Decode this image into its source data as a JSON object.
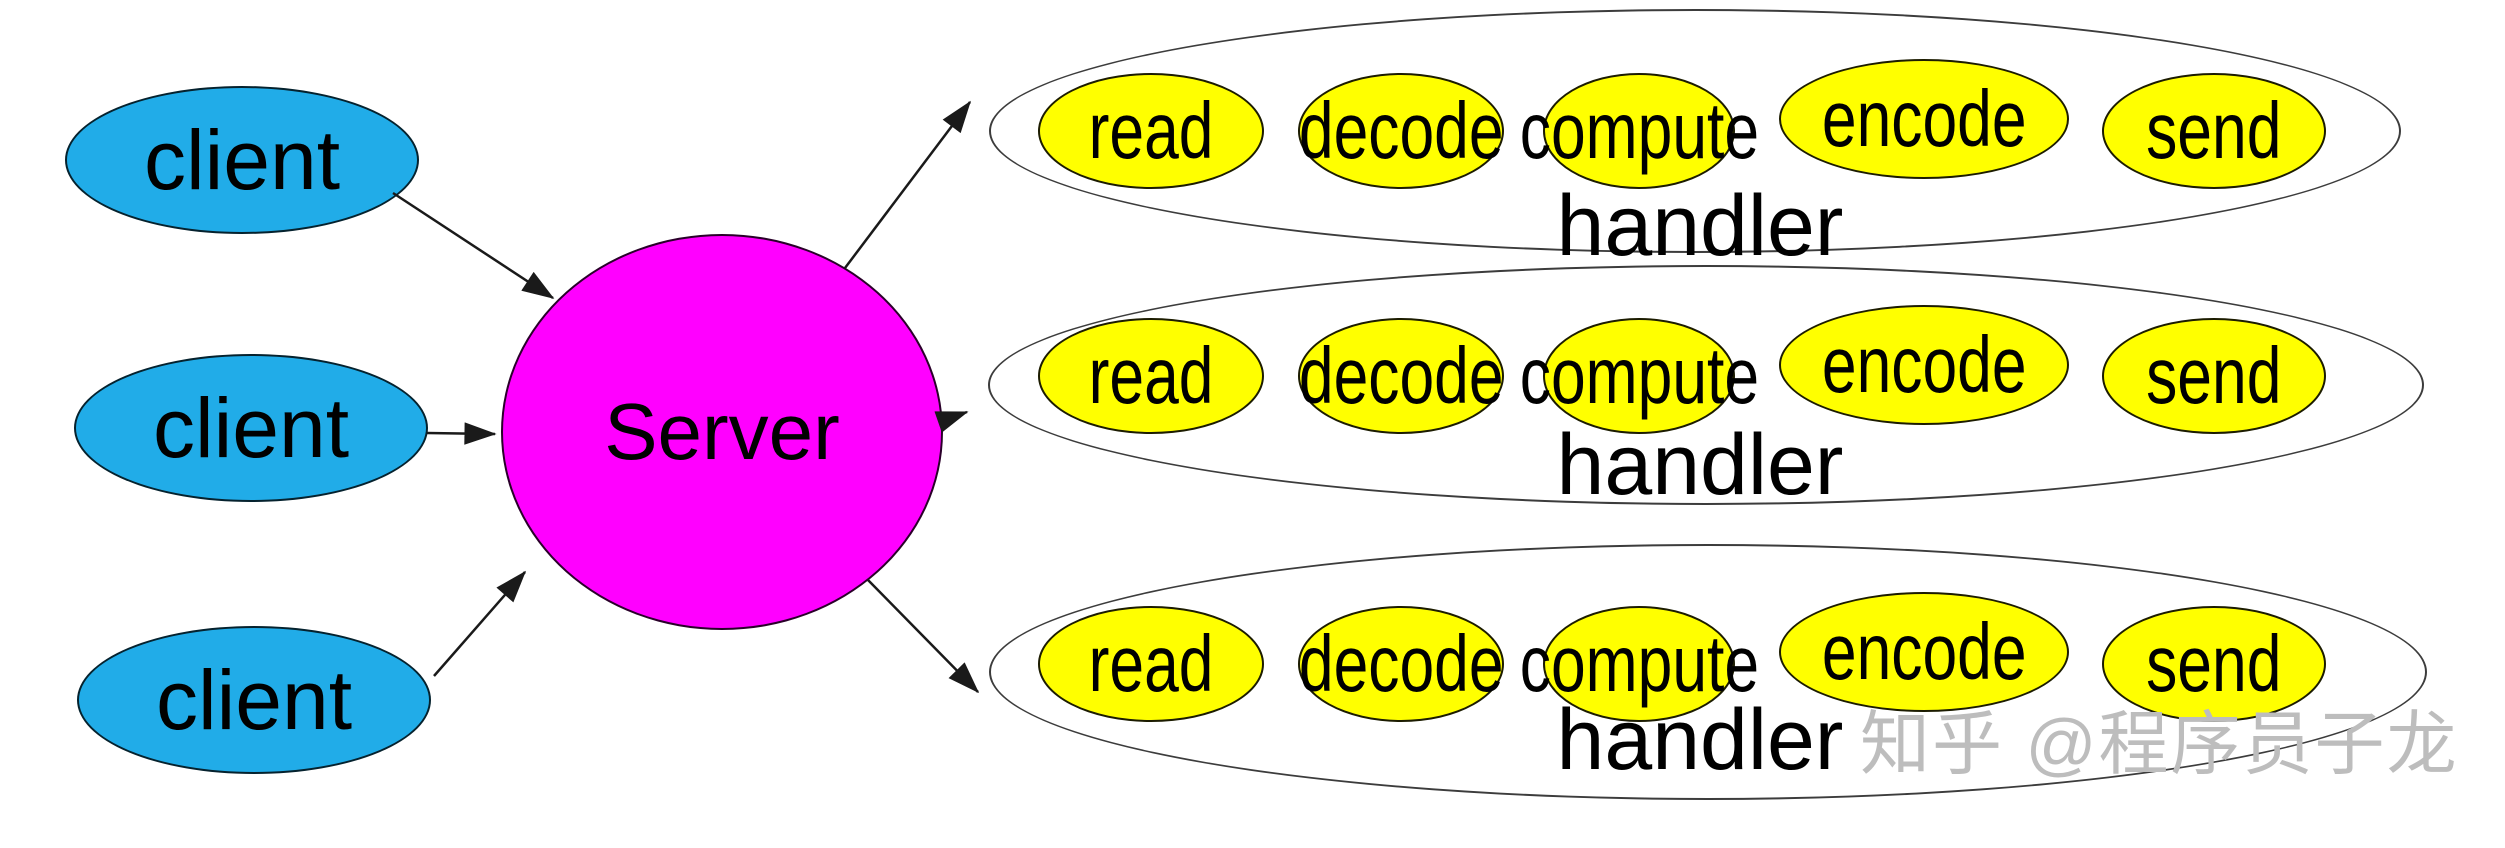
{
  "clients": [
    {
      "label": "client"
    },
    {
      "label": "client"
    },
    {
      "label": "client"
    }
  ],
  "server": {
    "label": "Server"
  },
  "handlers": [
    {
      "label": "handler",
      "steps": [
        "read",
        "decode",
        "compute",
        "encode",
        "send"
      ]
    },
    {
      "label": "handler",
      "steps": [
        "read",
        "decode",
        "compute",
        "encode",
        "send"
      ]
    },
    {
      "label": "handler",
      "steps": [
        "read",
        "decode",
        "compute",
        "encode",
        "send"
      ]
    }
  ],
  "watermark": {
    "text": "知乎 @程序员子龙"
  },
  "colors": {
    "client_fill": "#21ACE8",
    "server_fill": "#FF00FF",
    "step_fill": "#FFFF00",
    "outer_stroke": "#3C3C3C",
    "arrow": "#1A1A1A",
    "watermark": "#BDBDBD",
    "background": "#FFFFFF"
  }
}
